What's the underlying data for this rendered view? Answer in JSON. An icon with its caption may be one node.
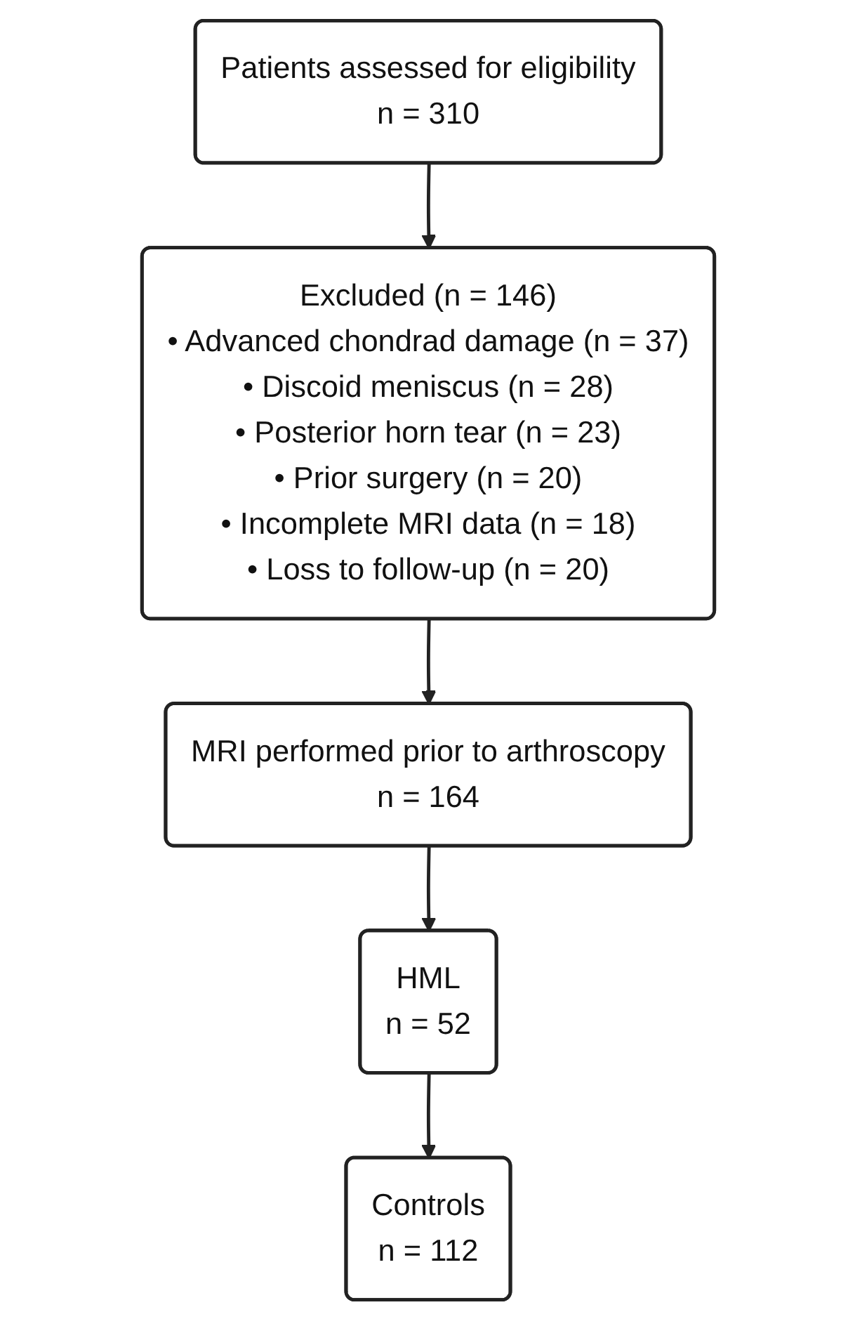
{
  "diagram": {
    "nodes": [
      {
        "text": [
          "Patients assessed for eligibility",
          "n = 310"
        ]
      },
      {
        "text": [
          "Excluded (n = 146)",
          "• Advanced chondrad damage (n = 37)",
          "• Discoid meniscus (n = 28)",
          "• Posterior horn tear (n = 23)",
          "• Prior surgery (n = 20)",
          "• Incomplete MRI data (n = 18)",
          "• Loss to follow-up (n = 20)"
        ]
      },
      {
        "text": [
          "MRI performed prior to arthroscopy",
          "n = 164"
        ]
      },
      {
        "text": [
          "HML",
          "n = 52"
        ]
      },
      {
        "text": [
          "Controls",
          "n = 112"
        ]
      }
    ],
    "edges": [
      {
        "from": 0,
        "to": 1,
        "arrow": "to"
      },
      {
        "from": 1,
        "to": 2,
        "arrow": "to"
      },
      {
        "from": 2,
        "to": 3,
        "arrow": "to"
      },
      {
        "from": 3,
        "to": 4,
        "arrow": "to"
      }
    ]
  }
}
